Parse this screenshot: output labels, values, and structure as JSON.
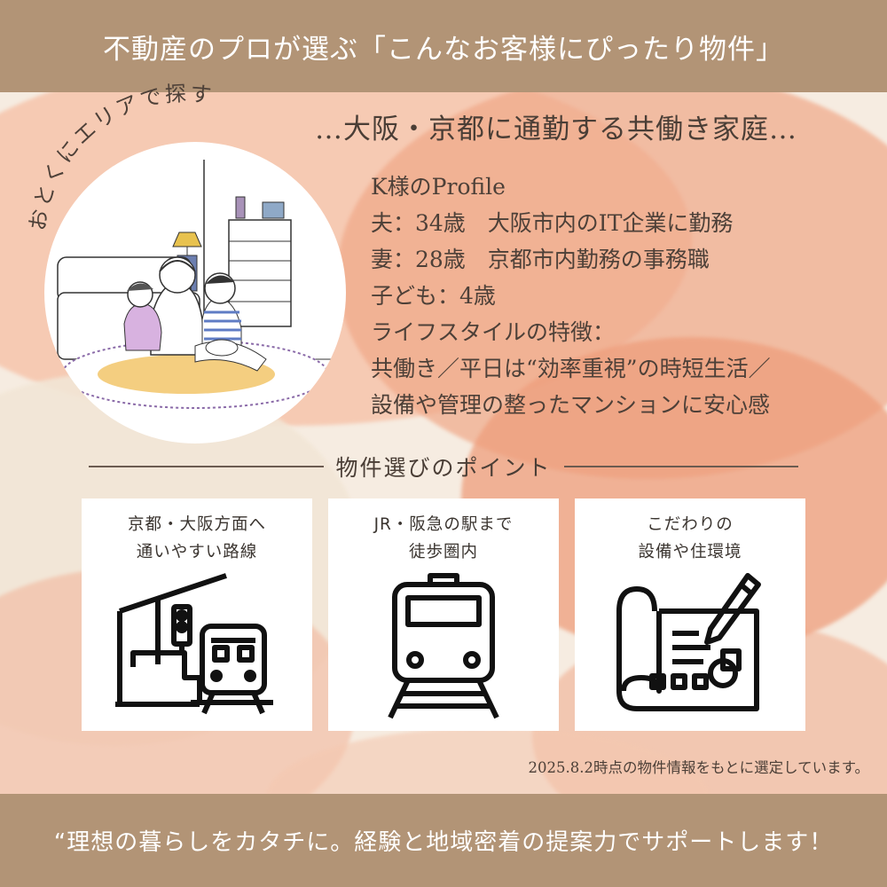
{
  "header": {
    "title": "不動産のプロが選ぶ「こんなお客様にぴったり物件」"
  },
  "badge": {
    "text": "おとくにエリアで探す"
  },
  "headline": "…大阪・京都に通勤する共働き家庭…",
  "profile": {
    "lines": [
      "K様のProfile",
      "夫：34歳　大阪市内のIT企業に勤務",
      "妻：28歳　京都市内勤務の事務職",
      "子ども：4歳",
      "ライフスタイルの特徴：",
      "共働き／平日は“効率重視”の時短生活／",
      "設備や管理の整ったマンションに安心感"
    ]
  },
  "points": {
    "title": "物件選びのポイント",
    "cards": [
      {
        "lines": [
          "京都・大阪方面へ",
          "通いやすい路線"
        ],
        "icon": "train-station-icon"
      },
      {
        "lines": [
          "JR・阪急の駅まで",
          "徒歩圏内"
        ],
        "icon": "train-front-icon"
      },
      {
        "lines": [
          "こだわりの",
          "設備や住環境"
        ],
        "icon": "blueprint-pencil-icon"
      }
    ]
  },
  "note": "2025.8.2時点の物件情報をもとに選定しています。",
  "footer": {
    "text": "“理想の暮らしをカタチに。経験と地域密着の提案力でサポートします！"
  },
  "colors": {
    "band": "#b29476",
    "accent_wash": "#eea07e",
    "text": "#4a3e36"
  }
}
